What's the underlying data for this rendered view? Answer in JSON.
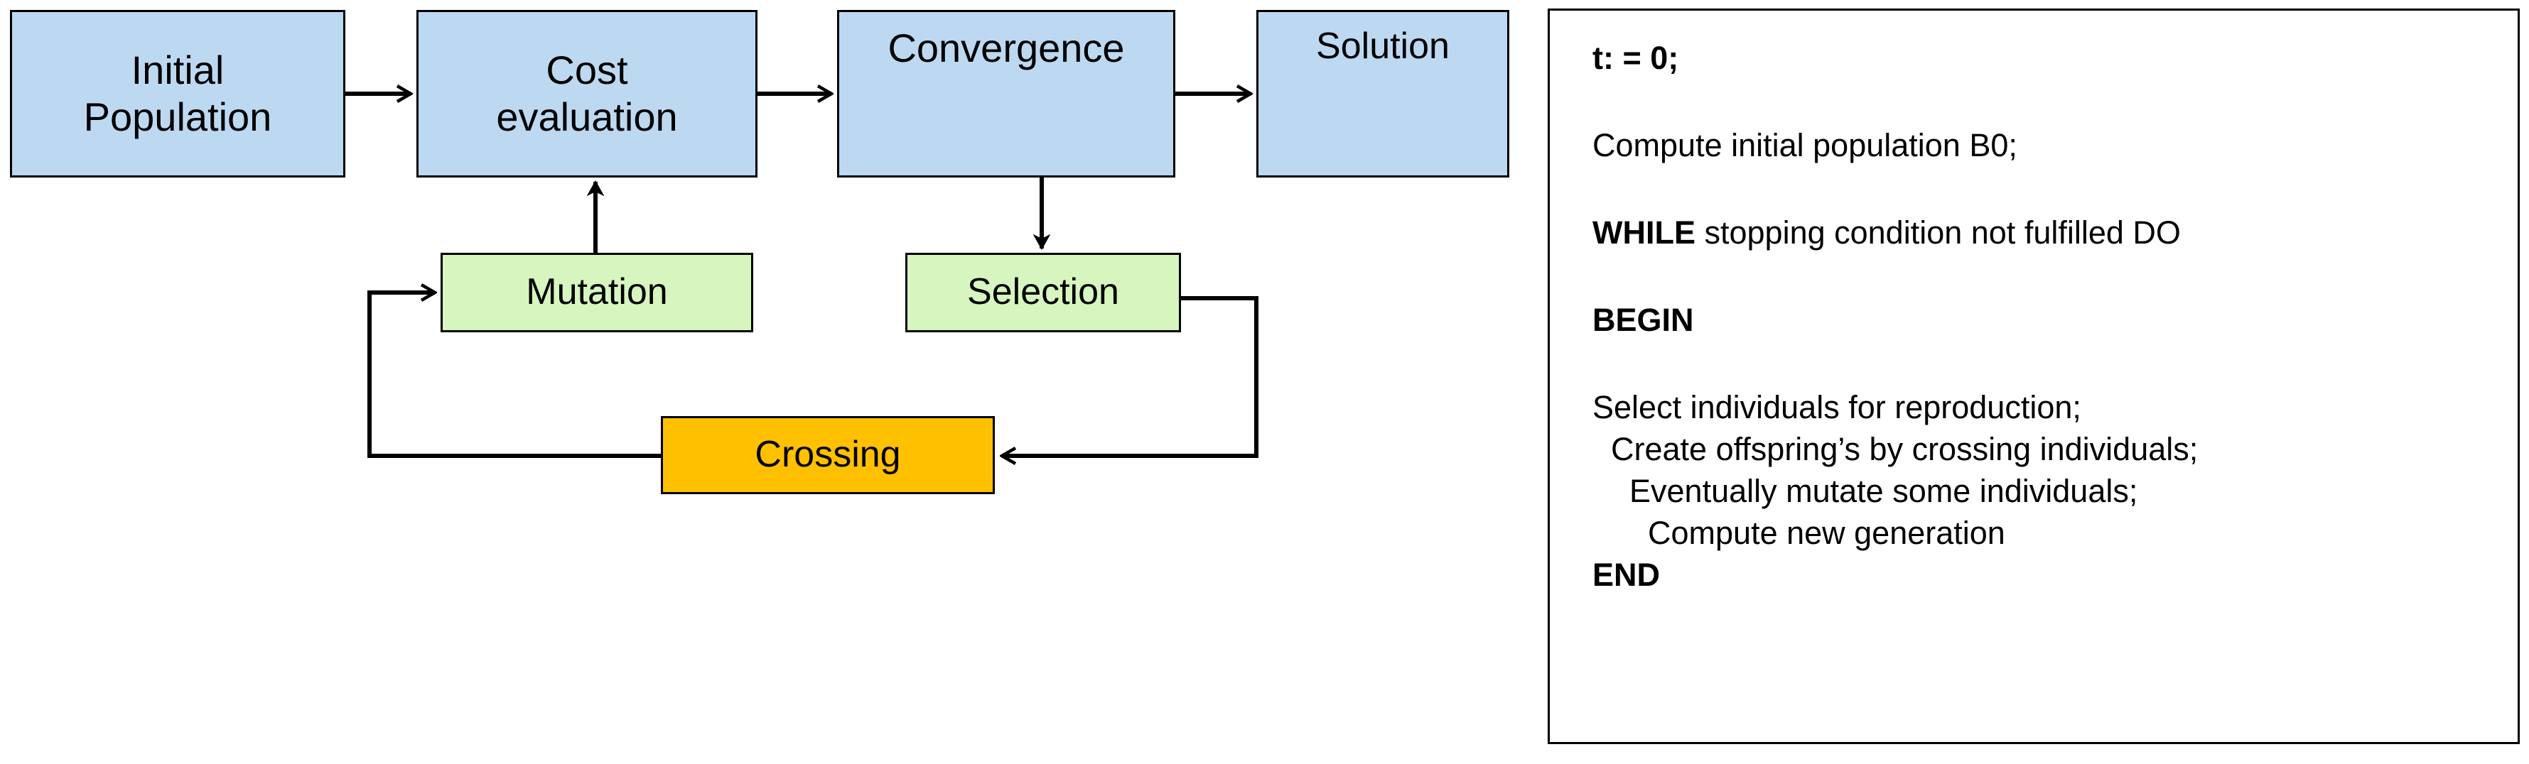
{
  "colors": {
    "node_blue": "#bdd9f1",
    "node_green": "#d6f5bf",
    "node_orange": "#ffc000",
    "stroke": "#000000",
    "background": "#ffffff"
  },
  "flowchart": {
    "nodes": [
      {
        "id": "initial-population",
        "label": "Initial\nPopulation",
        "color": "blue"
      },
      {
        "id": "cost-evaluation",
        "label": "Cost\nevaluation",
        "color": "blue"
      },
      {
        "id": "convergence",
        "label": "Convergence",
        "color": "blue"
      },
      {
        "id": "solution",
        "label": "Solution",
        "color": "blue"
      },
      {
        "id": "mutation",
        "label": "Mutation",
        "color": "green"
      },
      {
        "id": "selection",
        "label": "Selection",
        "color": "green"
      },
      {
        "id": "crossing",
        "label": "Crossing",
        "color": "orange"
      }
    ],
    "edges": [
      {
        "from": "initial-population",
        "to": "cost-evaluation",
        "style": "straight-right"
      },
      {
        "from": "cost-evaluation",
        "to": "convergence",
        "style": "straight-right"
      },
      {
        "from": "convergence",
        "to": "solution",
        "style": "straight-right"
      },
      {
        "from": "mutation",
        "to": "cost-evaluation",
        "style": "straight-up"
      },
      {
        "from": "convergence",
        "to": "selection",
        "style": "straight-down"
      },
      {
        "from": "selection",
        "to": "crossing",
        "style": "orthogonal-right-down-left"
      },
      {
        "from": "crossing",
        "to": "mutation",
        "style": "orthogonal-left-up-right"
      }
    ]
  },
  "pseudocode": {
    "lines": [
      {
        "text": "t: = 0;",
        "bold": true,
        "indent": 0
      },
      {
        "text": "Compute initial population B0;",
        "bold": false,
        "indent": 0
      },
      {
        "keyword": "WHILE",
        "text": " stopping condition not fulfilled DO",
        "bold": false,
        "indent": 0
      },
      {
        "text": "BEGIN",
        "bold": true,
        "indent": 0
      },
      {
        "text": "Select individuals for reproduction;",
        "bold": false,
        "indent": 0
      },
      {
        "text": "Create offspring’s by crossing individuals;",
        "bold": false,
        "indent": 1
      },
      {
        "text": "Eventually mutate some individuals;",
        "bold": false,
        "indent": 2
      },
      {
        "text": "Compute new generation",
        "bold": false,
        "indent": 3
      },
      {
        "text": "END",
        "bold": true,
        "indent": 0
      }
    ]
  }
}
